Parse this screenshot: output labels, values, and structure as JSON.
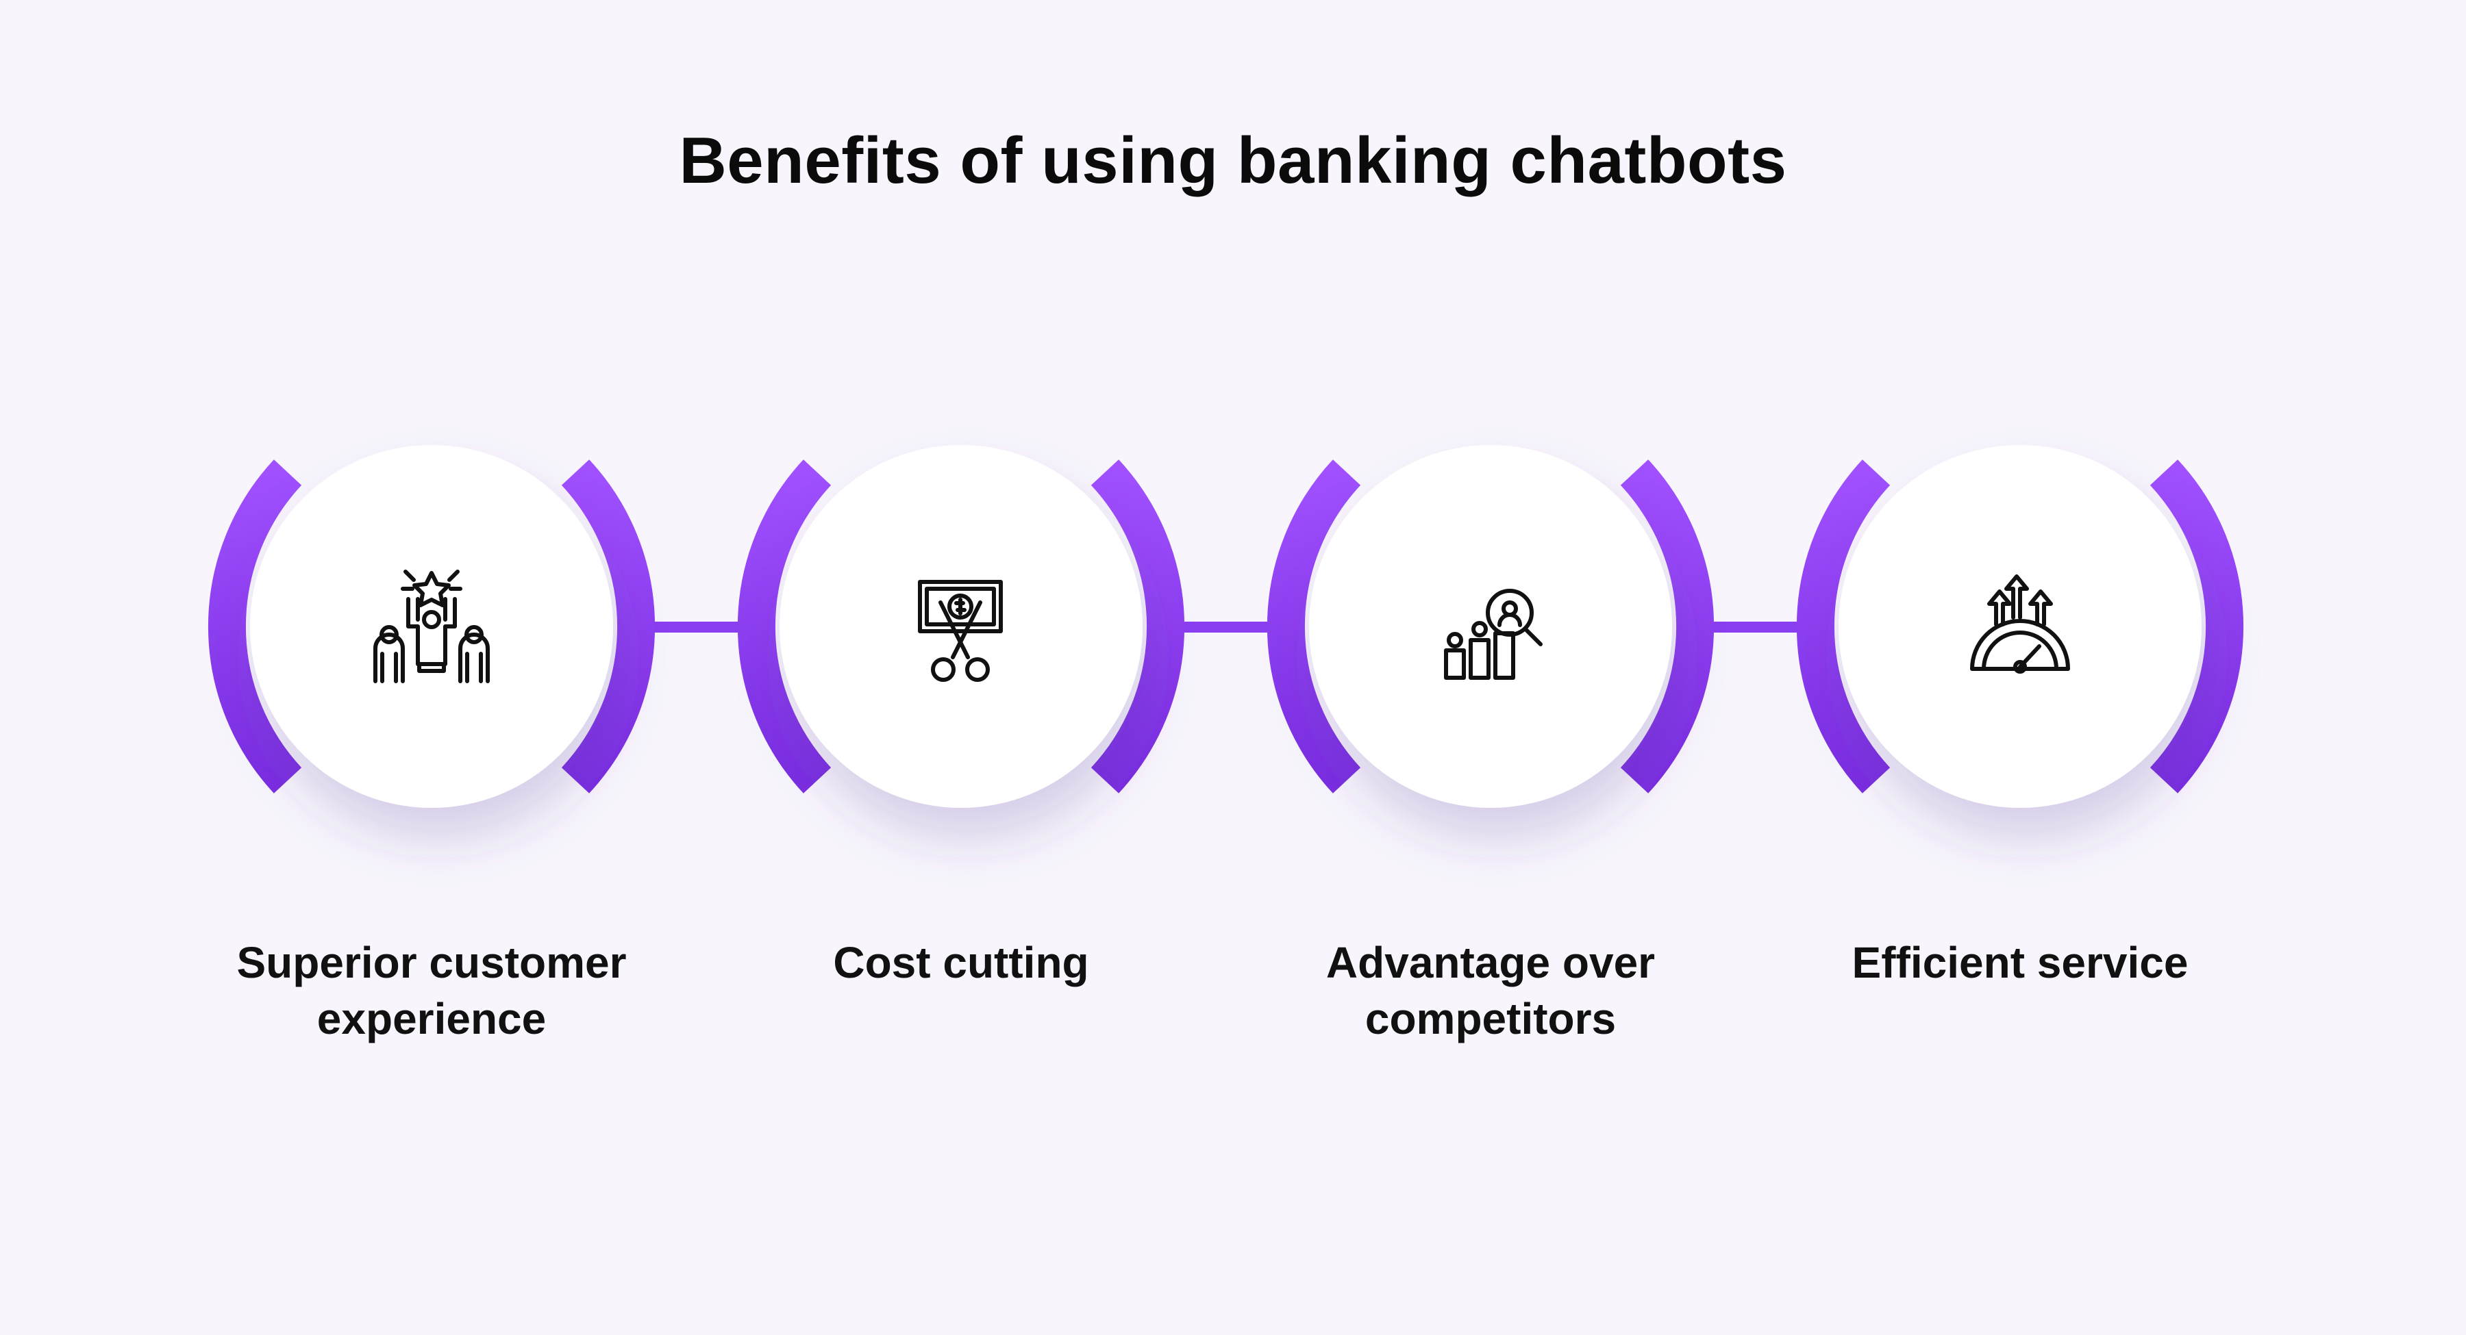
{
  "title": "Benefits of using banking chatbots",
  "colors": {
    "background": "#f8f6fc",
    "arc_light": "#9b4dff",
    "arc_dark": "#7a2fe0",
    "connector": "#8a3ff0",
    "circle": "#ffffff",
    "icon_stroke": "#111111"
  },
  "steps": [
    {
      "label_line1": "Superior customer",
      "label_line2": "experience",
      "icon": "people-leader-star-icon"
    },
    {
      "label_line1": "Cost cutting",
      "label_line2": "",
      "icon": "money-scissors-icon"
    },
    {
      "label_line1": "Advantage over",
      "label_line2": "competitors",
      "icon": "bar-chart-magnifier-icon"
    },
    {
      "label_line1": "Efficient service",
      "label_line2": "",
      "icon": "speedometer-arrows-icon"
    }
  ]
}
